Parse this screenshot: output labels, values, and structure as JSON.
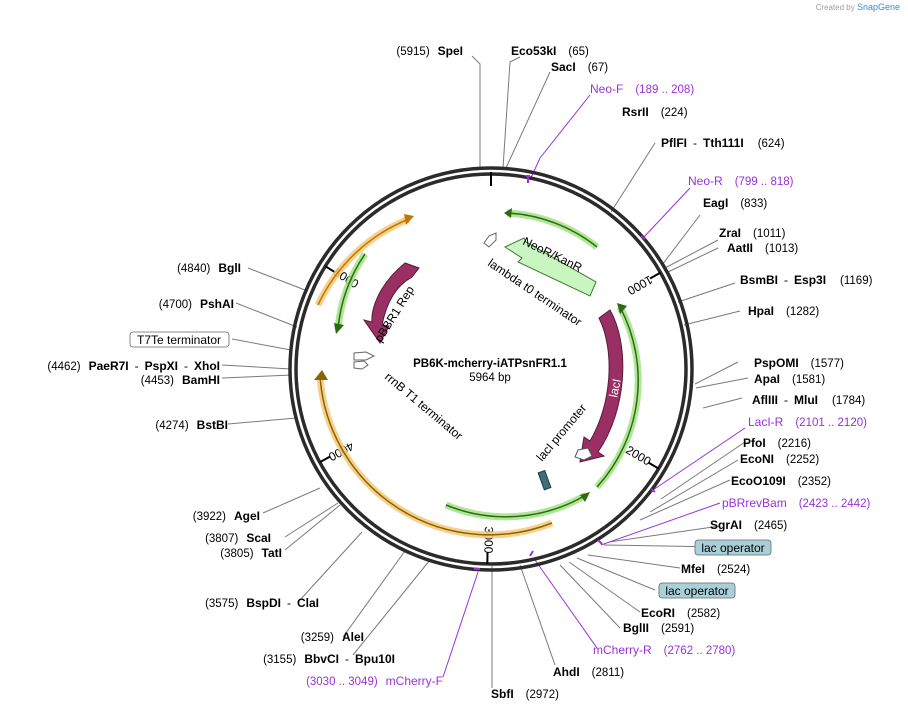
{
  "credit": {
    "prefix": "Created by",
    "brand": "SnapGene"
  },
  "plasmid": {
    "name": "PB6K-mcherry-iATPsnFR1.1",
    "length": "5964 bp"
  },
  "ticks": [
    "1000",
    "2000",
    "3000",
    "4000",
    "5000"
  ],
  "features": {
    "neo": "NeoR/KanR",
    "lambda": "lambda t0 terminator",
    "laci": "lacI",
    "laci_promoter": "lacI promoter",
    "pbbr1": "pBBR1 Rep",
    "rrnb": "rrnB T1 terminator"
  },
  "sites": [
    {
      "pos": "(5915)",
      "name": "SpeI"
    },
    {
      "name": "Eco53kI",
      "pos": "(65)"
    },
    {
      "name": "SacI",
      "pos": "(67)"
    },
    {
      "name": "Neo-F",
      "pos": "(189 .. 208)"
    },
    {
      "name": "RsrII",
      "pos": "(224)"
    },
    {
      "name": "PflFI",
      "name2": "Tth111I",
      "pos": "(624)"
    },
    {
      "name": "Neo-R",
      "pos": "(799 .. 818)"
    },
    {
      "name": "EagI",
      "pos": "(833)"
    },
    {
      "name": "ZraI",
      "pos": "(1011)"
    },
    {
      "name": "AatII",
      "pos": "(1013)"
    },
    {
      "name": "BsmBI",
      "name2": "Esp3I",
      "pos": "(1169)"
    },
    {
      "name": "HpaI",
      "pos": "(1282)"
    },
    {
      "name": "PspOMI",
      "pos": "(1577)"
    },
    {
      "name": "ApaI",
      "pos": "(1581)"
    },
    {
      "name": "AflIII",
      "name2": "MluI",
      "pos": "(1784)"
    },
    {
      "name": "LacI-R",
      "pos": "(2101 .. 2120)"
    },
    {
      "name": "PfoI",
      "pos": "(2216)"
    },
    {
      "name": "EcoNI",
      "pos": "(2252)"
    },
    {
      "name": "EcoO109I",
      "pos": "(2352)"
    },
    {
      "name": "pBRrevBam",
      "pos": "(2423 .. 2442)"
    },
    {
      "name": "SgrAI",
      "pos": "(2465)"
    },
    {
      "name": "lac operator"
    },
    {
      "name": "MfeI",
      "pos": "(2524)"
    },
    {
      "name": "lac operator"
    },
    {
      "name": "EcoRI",
      "pos": "(2582)"
    },
    {
      "name": "BglII",
      "pos": "(2591)"
    },
    {
      "name": "mCherry-R",
      "pos": "(2762 .. 2780)"
    },
    {
      "name": "AhdI",
      "pos": "(2811)"
    },
    {
      "name": "SbfI",
      "pos": "(2972)"
    },
    {
      "pos": "(3030 .. 3049)",
      "name": "mCherry-F"
    },
    {
      "pos": "(3155)",
      "name": "BbvCI",
      "name2": "Bpu10I"
    },
    {
      "pos": "(3259)",
      "name": "AleI"
    },
    {
      "pos": "(3575)",
      "name": "BspDI",
      "name2": "ClaI"
    },
    {
      "pos": "(3805)",
      "name": "TatI"
    },
    {
      "pos": "(3807)",
      "name": "ScaI"
    },
    {
      "pos": "(3922)",
      "name": "AgeI"
    },
    {
      "pos": "(4274)",
      "name": "BstBI"
    },
    {
      "pos": "(4453)",
      "name": "BamHI"
    },
    {
      "pos": "(4462)",
      "name": "PaeR7I",
      "name2": "PspXI",
      "name3": "XhoI"
    },
    {
      "name": "T7Te terminator"
    },
    {
      "pos": "(4700)",
      "name": "PshAI"
    },
    {
      "pos": "(4840)",
      "name": "BglI"
    }
  ],
  "colors": {
    "backbone": "#2b2b2b",
    "primer": "#9b30d9",
    "feature_purple": "#9a2f63",
    "feature_green_fill": "#c8f5c0",
    "orf_orange": "#f5c97a",
    "orf_green": "#9be07d",
    "lacop_fill": "#a8d0d8"
  }
}
